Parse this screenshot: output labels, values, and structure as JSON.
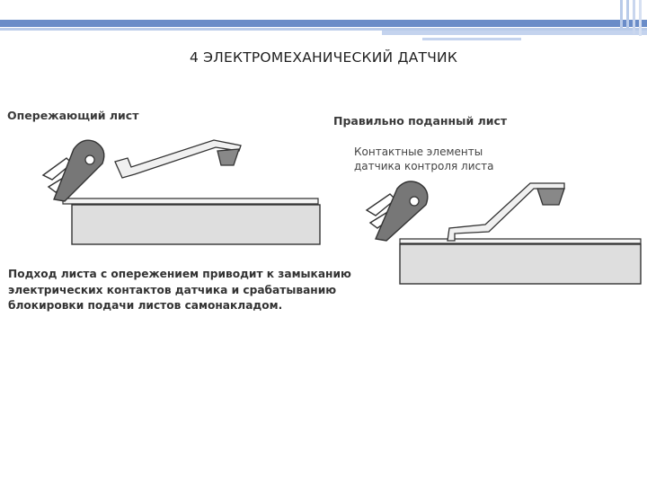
{
  "slide": {
    "title": "4 ЭЛЕКТРОМЕХАНИЧЕСКИЙ ДАТЧИК"
  },
  "figure": {
    "left_panel": {
      "heading": "Опережающий лист",
      "caption_lines": [
        "Подход листа с опережением приводит к замыканию",
        "электрических контактов датчика и срабатыванию",
        "блокировки подачи листов самонакладом."
      ]
    },
    "right_panel": {
      "heading": "Правильно поданный лист",
      "note_lines": [
        "Контактные элементы",
        "датчика контроля листа"
      ]
    }
  },
  "colors": {
    "accent_bar": "#5f84c4",
    "accent_bar_light": "#a9bfe3",
    "stack_fill": "#dcdcdc",
    "outline": "#333333"
  }
}
